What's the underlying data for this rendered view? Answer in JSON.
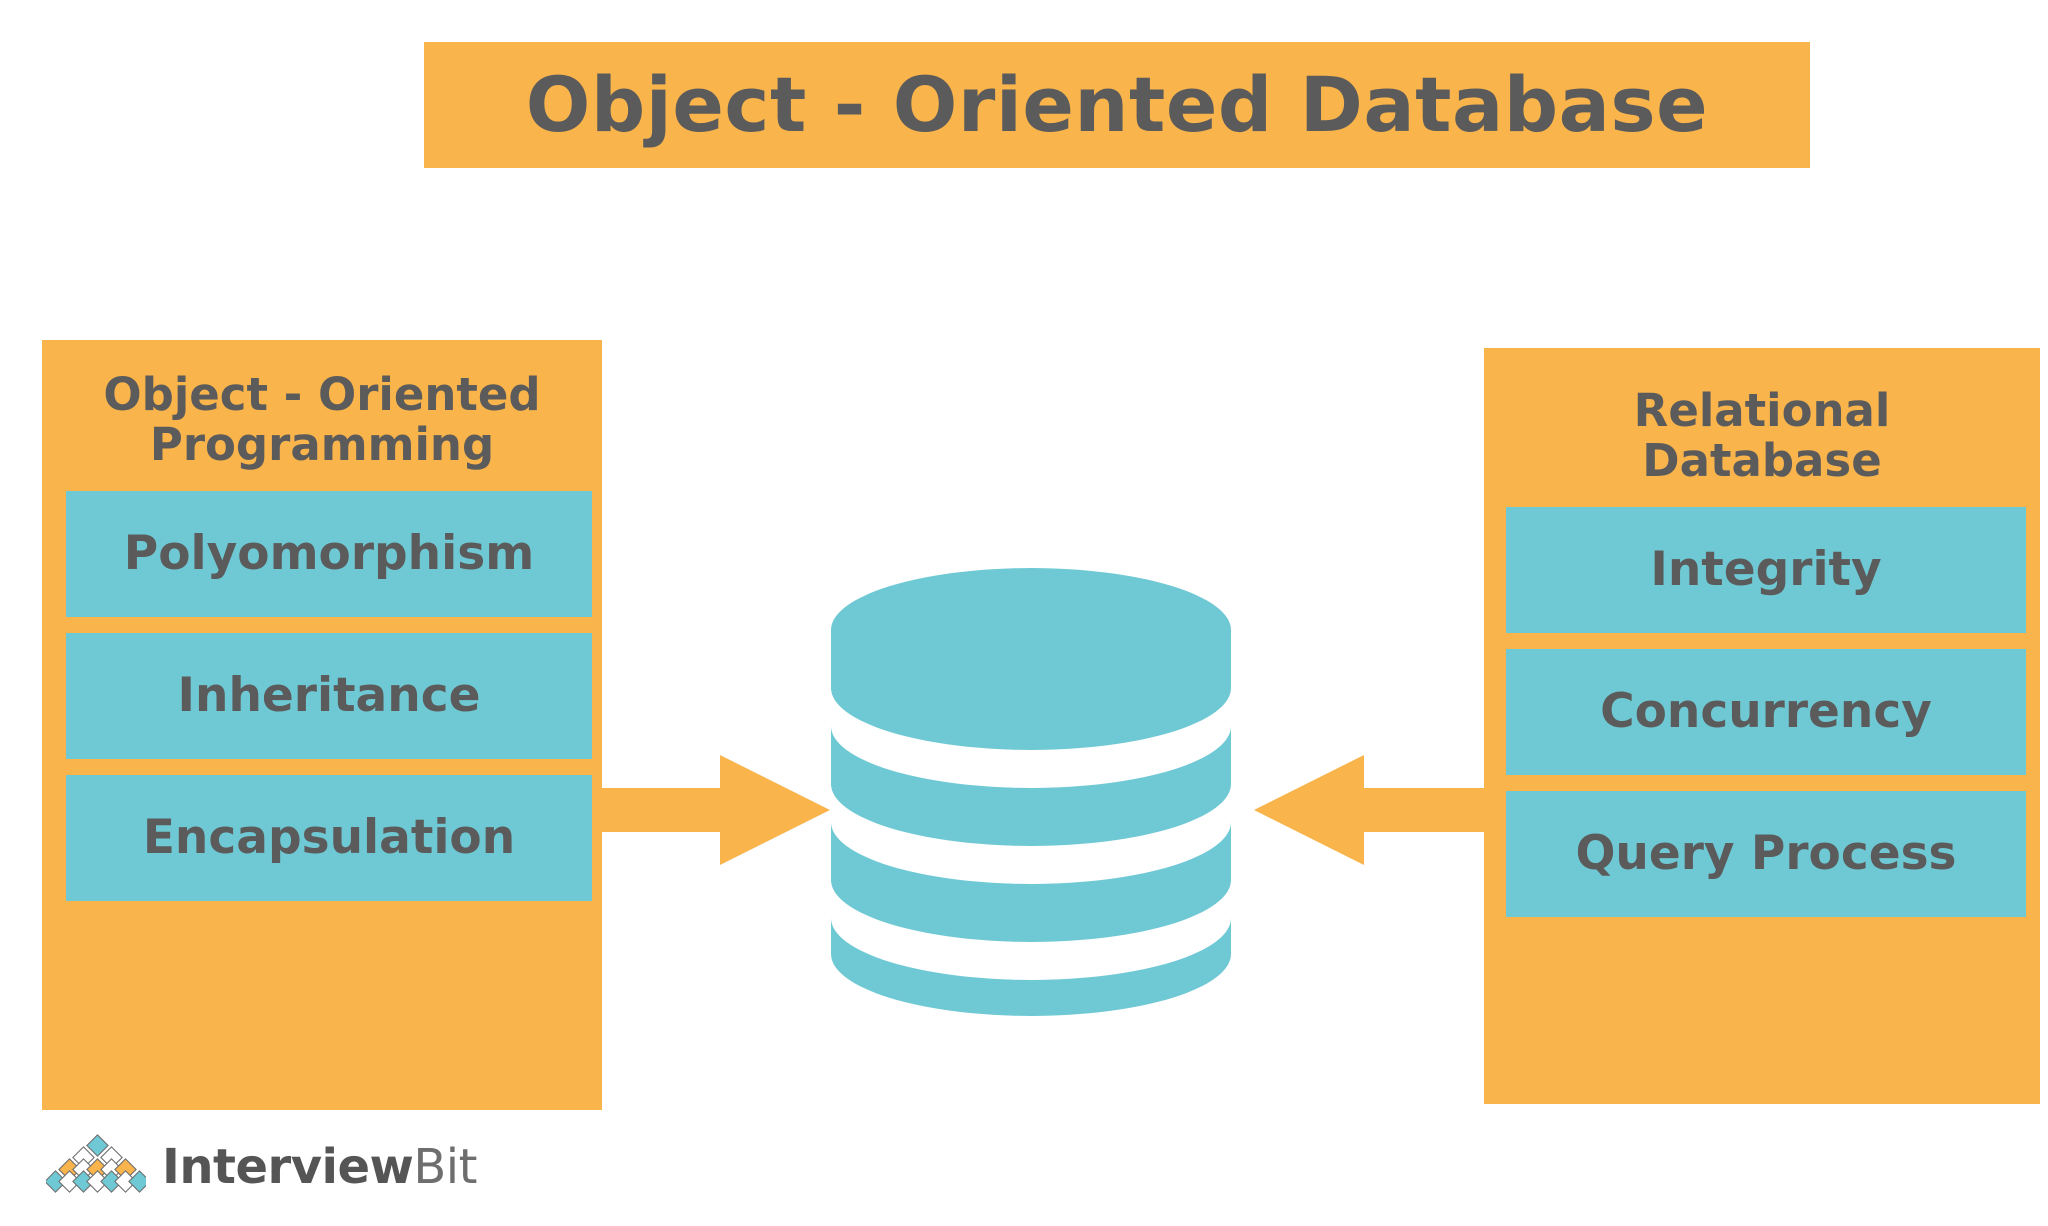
{
  "title": {
    "text": "Object - Oriented Database",
    "banner_color": "#F9B44C",
    "text_color": "#5B5B5B"
  },
  "colors": {
    "orange": "#F9B44C",
    "teal": "#6FC9D4",
    "text_gray": "#5B5B5B",
    "background": "#FFFFFF"
  },
  "left_panel": {
    "heading": "Object - Oriented\nProgramming",
    "chips": [
      {
        "label": "Polyomorphism"
      },
      {
        "label": "Inheritance"
      },
      {
        "label": "Encapsulation"
      }
    ]
  },
  "right_panel": {
    "heading": "Relational\nDatabase",
    "chips": [
      {
        "label": "Integrity"
      },
      {
        "label": "Concurrency"
      },
      {
        "label": "Query Process"
      }
    ]
  },
  "center": {
    "icon": "database-cylinder-icon",
    "disk_count": 4,
    "color": "#6FC9D4"
  },
  "arrows": [
    {
      "name": "arrow-left-to-center",
      "direction": "right",
      "color": "#F9B44C"
    },
    {
      "name": "arrow-right-to-center",
      "direction": "left",
      "color": "#F9B44C"
    }
  ],
  "logo": {
    "word_bold": "Interview",
    "word_light": "Bit",
    "mark": "interviewbit-diamond-pyramid-icon",
    "mark_colors": {
      "teal": "#6FC9D4",
      "orange": "#F9B44C",
      "outline": "#6E6E6E"
    }
  }
}
